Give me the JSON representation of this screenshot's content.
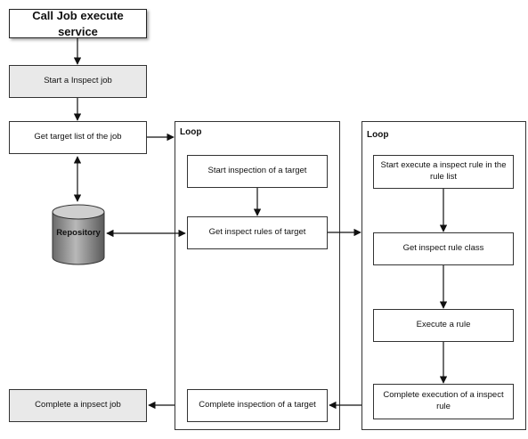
{
  "header": {
    "title": "Call Job execute service"
  },
  "left": {
    "start_job": "Start a Inspect job",
    "get_targets": "Get target list of the job",
    "complete_job": "Complete a inpsect job"
  },
  "repository": {
    "label": "Repository"
  },
  "loop1": {
    "label": "Loop",
    "start_inspection": "Start inspection of a target",
    "get_rules": "Get inspect rules of target",
    "complete_inspection": "Complete inspection of a target"
  },
  "loop2": {
    "label": "Loop",
    "start_rule": "Start execute a inspect rule in the rule list",
    "get_rule_class": "Get inspect rule class",
    "execute_rule": "Execute a rule",
    "complete_rule": "Complete execution of a inspect rule"
  },
  "colors": {
    "grey_fill": "#e9e9e9",
    "line": "#111111",
    "repository": "#7a7a7a"
  }
}
